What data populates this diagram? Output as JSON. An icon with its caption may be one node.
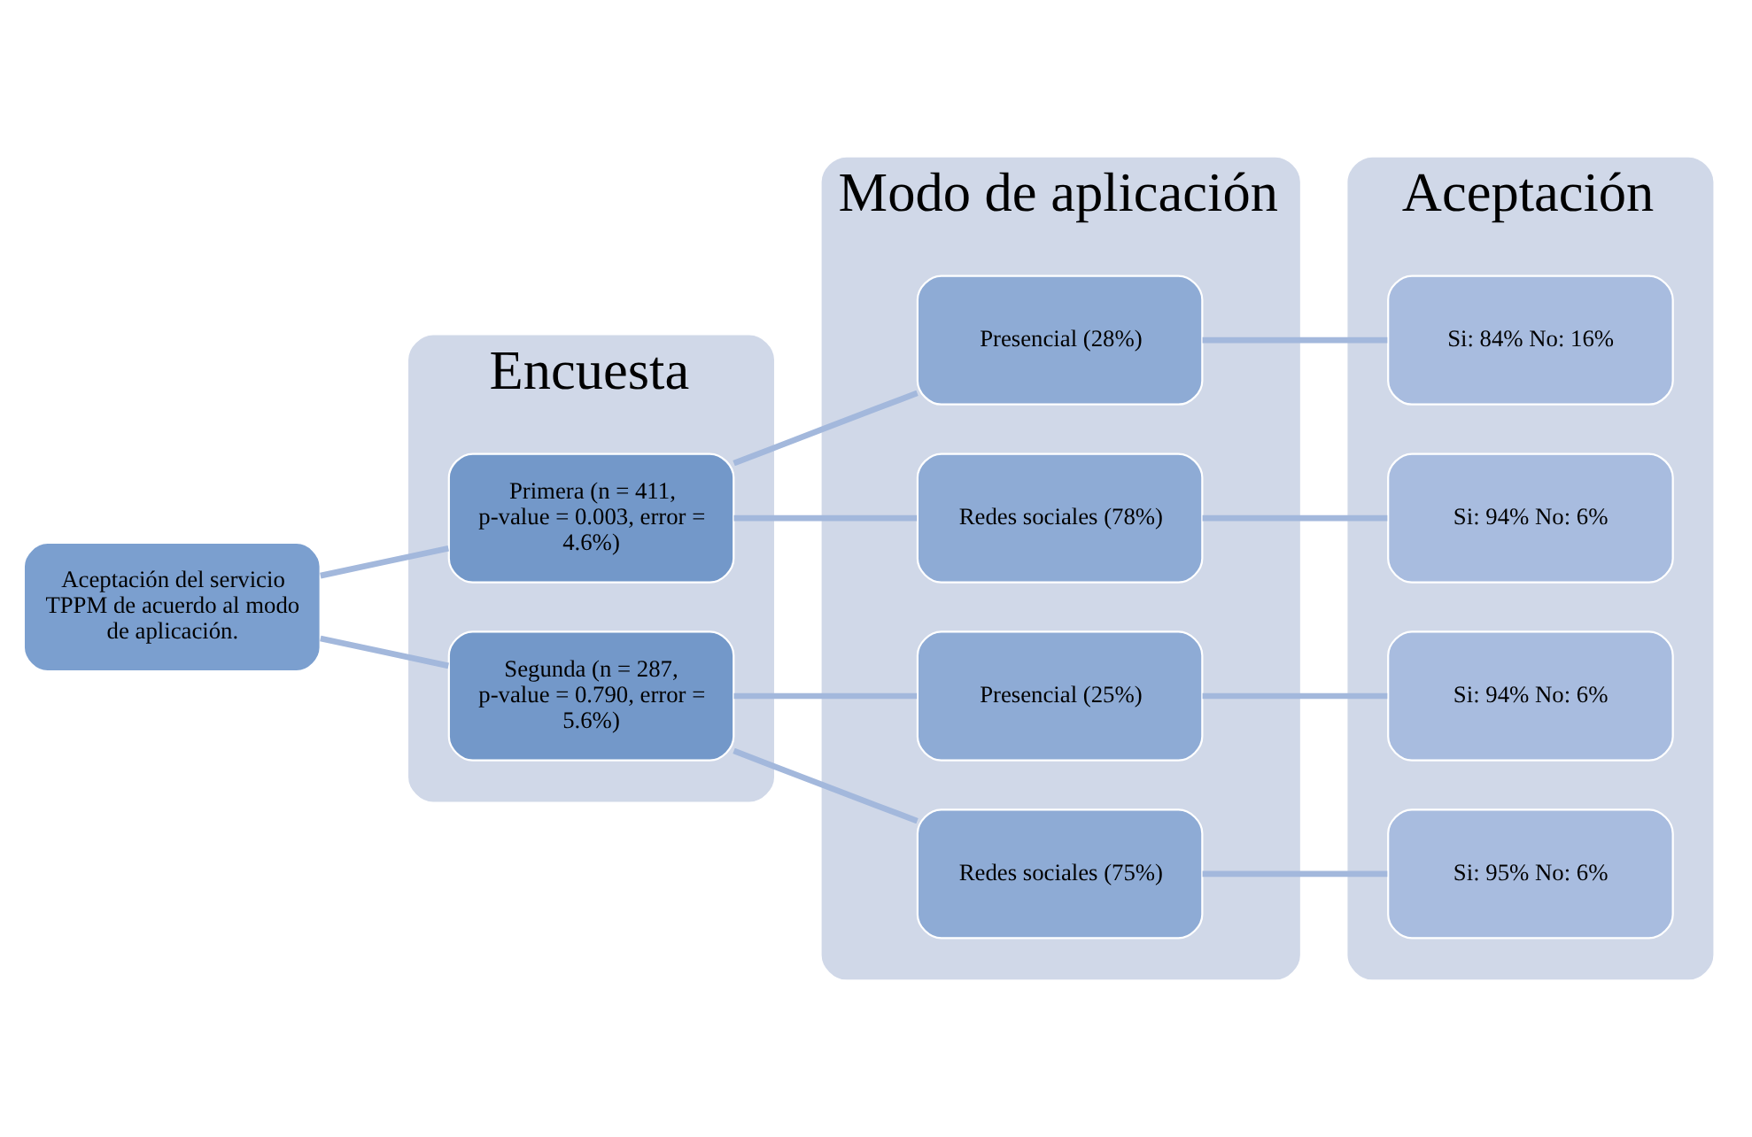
{
  "diagram": {
    "nodes": [
      {
        "text": [
          "Aceptación del servicio TPPM de acuerdo al modo de aplicación."
        ]
      },
      {
        "text": [
          "Encuesta"
        ]
      },
      {
        "text": [
          "Primera (n = 411, p-value = 0.003, error = 4.6%)"
        ],
        "in": 1
      },
      {
        "text": [
          "Segunda (n = 287, p-value = 0.790, error = 5.6%)"
        ],
        "in": 1
      },
      {
        "text": [
          "Modo de aplicación"
        ]
      },
      {
        "text": [
          "Presencial (28%)"
        ],
        "in": 4
      },
      {
        "text": [
          "Redes sociales (78%)"
        ],
        "in": 4
      },
      {
        "text": [
          "Presencial (25%)"
        ],
        "in": 4
      },
      {
        "text": [
          "Redes sociales (75%)"
        ],
        "in": 4
      },
      {
        "text": [
          "Aceptación"
        ]
      },
      {
        "text": [
          "Si: 84% No: 16%"
        ],
        "in": 9
      },
      {
        "text": [
          "Si: 94% No: 6%"
        ],
        "in": 9
      },
      {
        "text": [
          "Si: 94% No: 6%"
        ],
        "in": 9
      },
      {
        "text": [
          "Si: 95% No: 6%"
        ],
        "in": 9
      }
    ],
    "edges": [
      {
        "from": 0,
        "to": 2,
        "arrow": "none"
      },
      {
        "from": 0,
        "to": 3,
        "arrow": "none"
      },
      {
        "from": 2,
        "to": 5,
        "arrow": "none"
      },
      {
        "from": 2,
        "to": 6,
        "arrow": "none"
      },
      {
        "from": 3,
        "to": 7,
        "arrow": "none"
      },
      {
        "from": 3,
        "to": 8,
        "arrow": "none"
      },
      {
        "from": 5,
        "to": 10,
        "arrow": "none"
      },
      {
        "from": 6,
        "to": 11,
        "arrow": "none"
      },
      {
        "from": 7,
        "to": 12,
        "arrow": "none"
      },
      {
        "from": 8,
        "to": 13,
        "arrow": "none"
      }
    ]
  }
}
